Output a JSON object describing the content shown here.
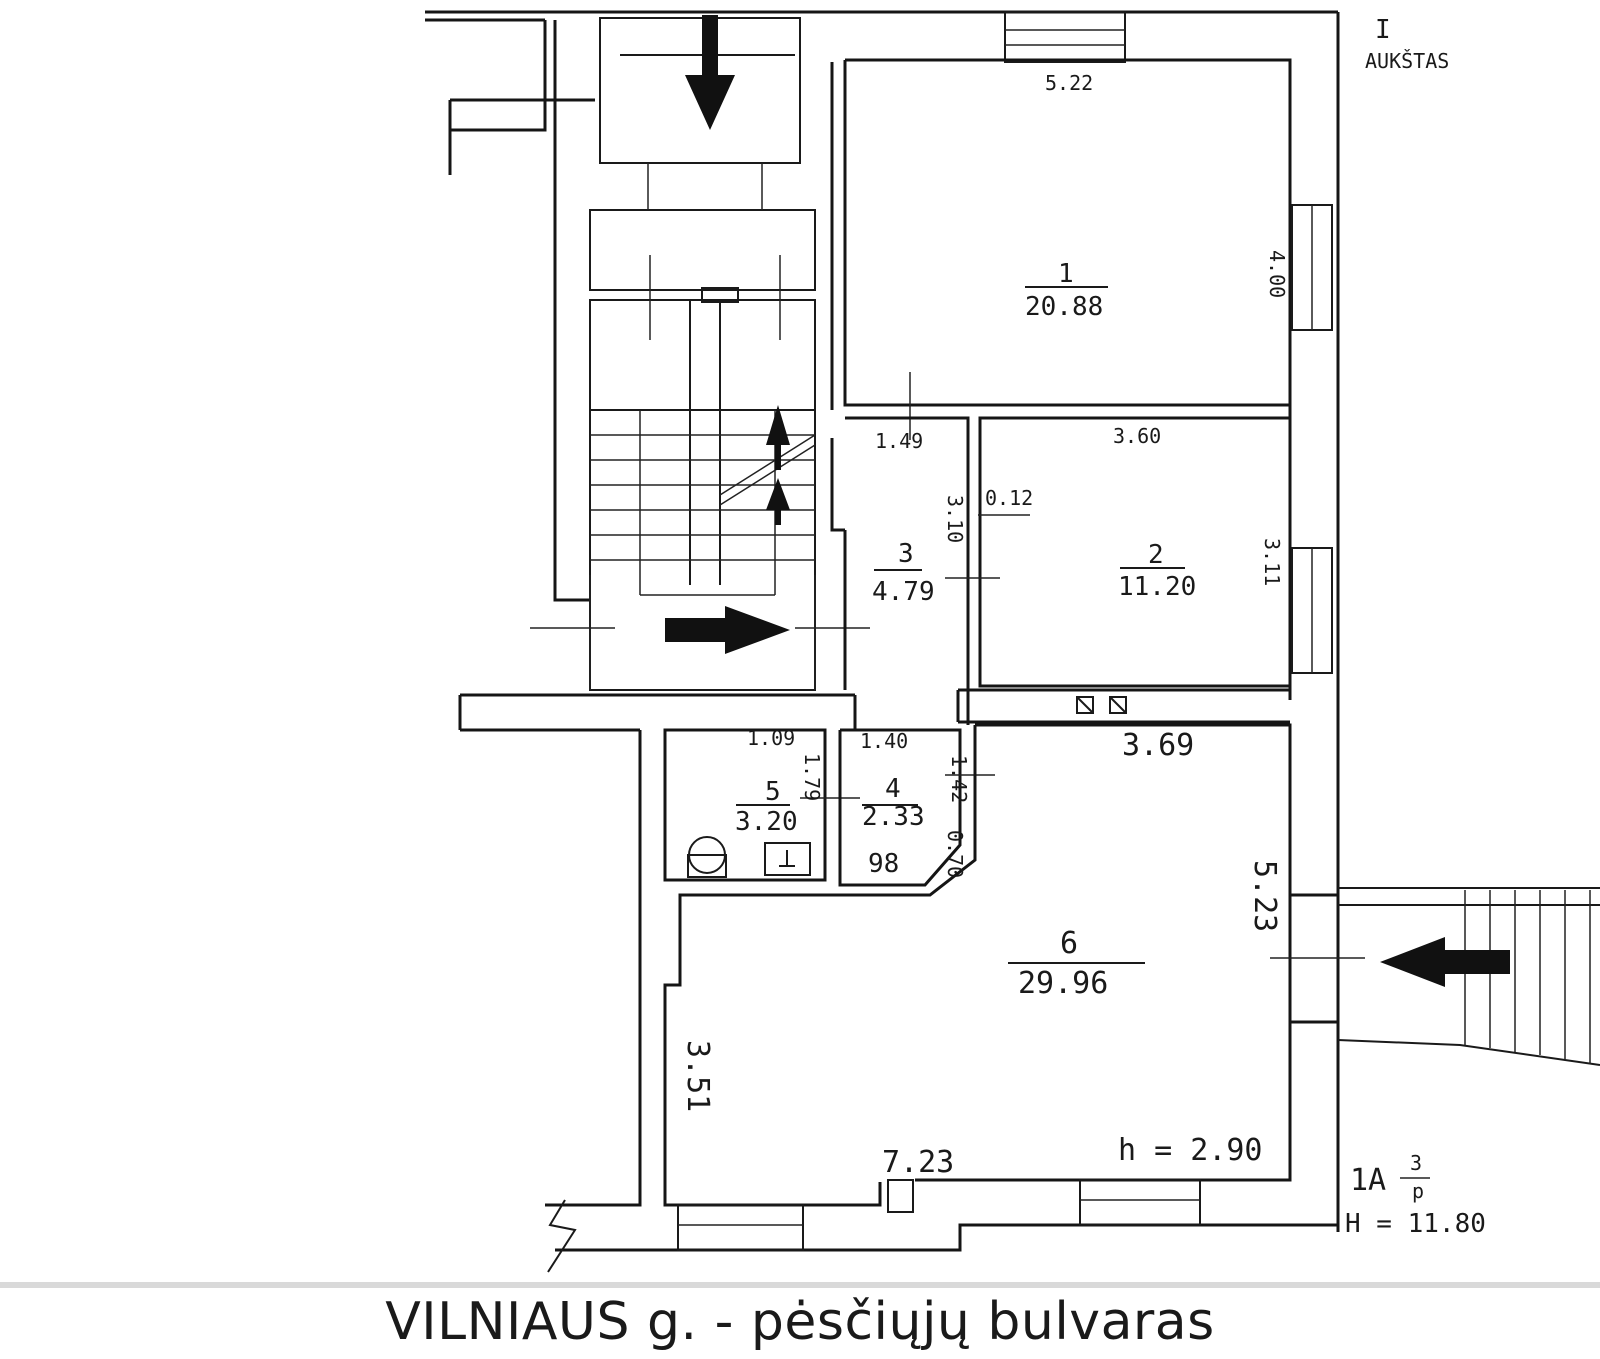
{
  "floor_label": {
    "roman": "I",
    "word": "AUKŠTAS"
  },
  "rooms": [
    {
      "number": "1",
      "area": "20.88"
    },
    {
      "number": "2",
      "area": "11.20"
    },
    {
      "number": "3",
      "area": "4.79"
    },
    {
      "number": "4",
      "area": "2.33"
    },
    {
      "number": "5",
      "area": "3.20"
    },
    {
      "number": "6",
      "area": "29.96"
    }
  ],
  "dimensions": {
    "d522": "5.22",
    "d400": "4.00",
    "d149": "1.49",
    "d360": "3.60",
    "d310": "3.10",
    "d012": "0.12",
    "d311": "3.11",
    "d109": "1.09",
    "d140": "1.40",
    "d179": "1.79",
    "d142": "1.42",
    "d098": "98",
    "d070": "0.70",
    "d369": "3.69",
    "d523": "5.23",
    "d351": "3.51",
    "d723": "7.23"
  },
  "ceiling_height": "h = 2.90",
  "building_code": {
    "main": "1A",
    "sup": "3",
    "sub": "p",
    "height": "H = 11.80"
  },
  "street_caption": "VILNIAUS  g. - pėsčiųjų bulvaras",
  "colors": {
    "ink": "#151515",
    "paper": "#ffffff",
    "caption_bar": "#d9d9d9"
  }
}
